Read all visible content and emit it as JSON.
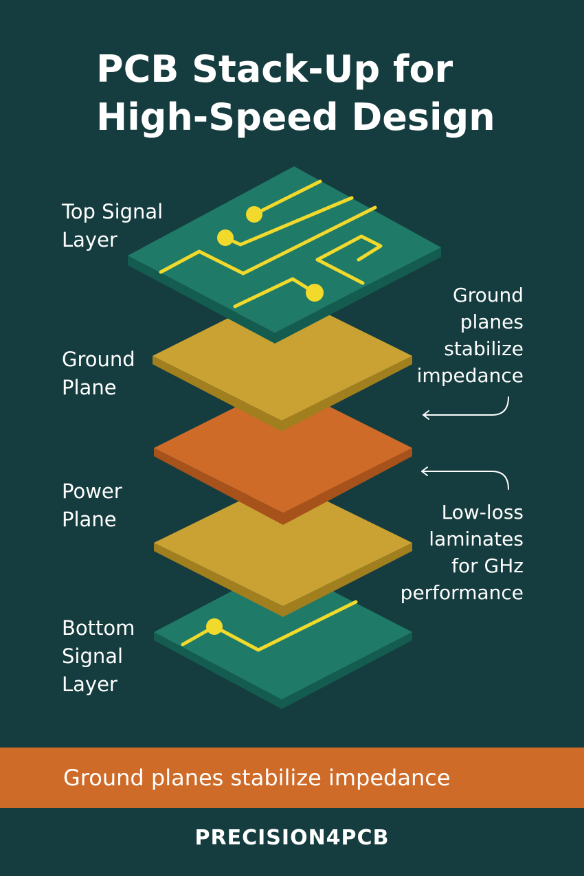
{
  "title": "PCB Stack-Up for\nHigh-Speed Design",
  "layers": [
    {
      "label": "Top Signal\nLayer",
      "color": "#1f7a68",
      "edge": "#145c50",
      "traces": true
    },
    {
      "label": "Ground\nPlane",
      "color": "#c9a233",
      "edge": "#a17f1f",
      "traces": false
    },
    {
      "label": "",
      "color": "#cf6b28",
      "edge": "#a8521b",
      "traces": false
    },
    {
      "label": "Power\nPlane",
      "color": "#c9a233",
      "edge": "#a17f1f",
      "traces": false
    },
    {
      "label": "Bottom\nSignal\nLayer",
      "color": "#1f7a68",
      "edge": "#145c50",
      "traces": true
    }
  ],
  "notes": [
    {
      "text": "Ground\nplanes\nstabilize\nimpedance"
    },
    {
      "text": "Low-loss\nlaminates\nfor GHz\nperformance"
    }
  ],
  "trace_color": "#f2da2c",
  "banner": {
    "text": "Ground planes stabilize impedance",
    "color": "#cf6b28"
  },
  "brand": "PRECISION4PCB",
  "colors": {
    "background": "#153c3e"
  }
}
